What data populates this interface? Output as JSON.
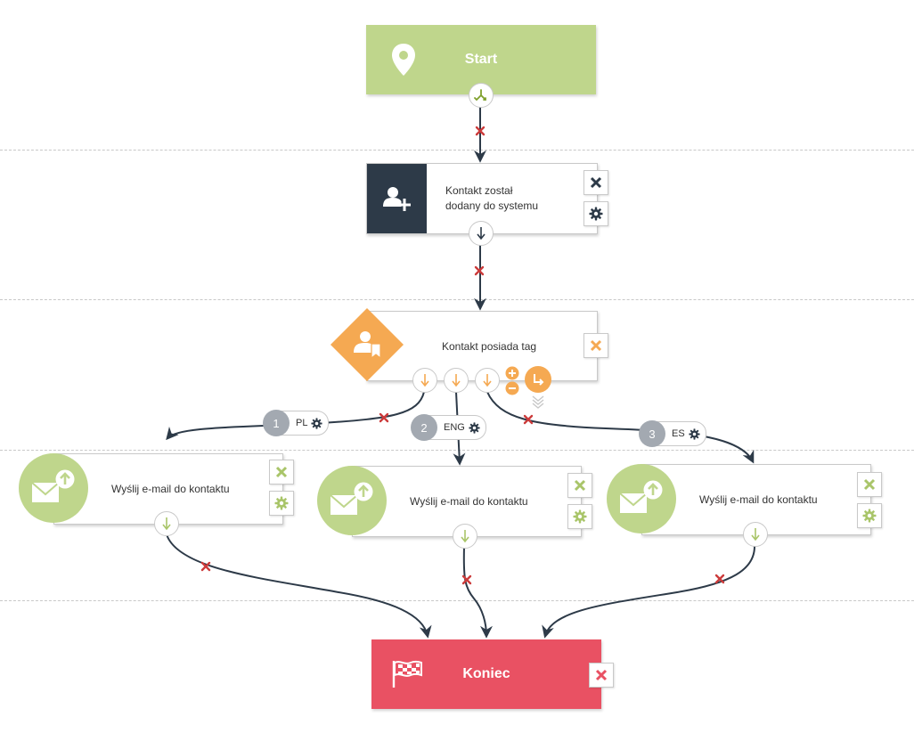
{
  "start": {
    "label": "Start",
    "color": "#bfd68c"
  },
  "trigger": {
    "line1": "Kontakt został",
    "line2": "dodany do systemu",
    "icon": "user-add-icon",
    "icon_bg": "#2d3a48"
  },
  "condition": {
    "label": "Kontakt posiada tag",
    "icon": "user-tag-icon",
    "color": "#f5a952"
  },
  "branches": [
    {
      "num": "1",
      "label": "PL",
      "action": "Wyślij e-mail do kontaktu"
    },
    {
      "num": "2",
      "label": "ENG",
      "action": "Wyślij e-mail do kontaktu"
    },
    {
      "num": "3",
      "label": "ES",
      "action": "Wyślij e-mail do kontaktu"
    }
  ],
  "end": {
    "label": "Koniec",
    "color": "#e95163"
  },
  "colors": {
    "wire": "#2d3a48",
    "delete_x": "#cc3b3b",
    "action_green": "#bfd68c"
  }
}
